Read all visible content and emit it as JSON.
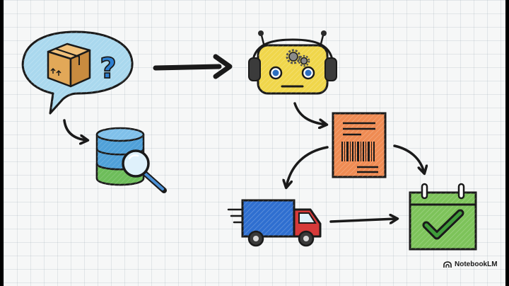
{
  "diagram": {
    "nodes": [
      {
        "id": "inquiry",
        "icon": "speech-bubble-package-question-icon"
      },
      {
        "id": "database",
        "icon": "database-search-icon"
      },
      {
        "id": "ai_agent",
        "icon": "robot-headset-icon"
      },
      {
        "id": "document",
        "icon": "barcode-document-icon"
      },
      {
        "id": "truck",
        "icon": "delivery-truck-icon"
      },
      {
        "id": "calendar",
        "icon": "calendar-check-icon"
      }
    ],
    "edges": [
      {
        "from": "inquiry",
        "to": "ai_agent"
      },
      {
        "from": "inquiry",
        "to": "database"
      },
      {
        "from": "ai_agent",
        "to": "document"
      },
      {
        "from": "document",
        "to": "truck"
      },
      {
        "from": "document",
        "to": "calendar"
      },
      {
        "from": "truck",
        "to": "calendar"
      }
    ],
    "question_mark": "?"
  },
  "watermark": {
    "label": "NotebookLM",
    "icon": "notebooklm-logo-icon"
  },
  "colors": {
    "bubble": "#a9d8ee",
    "box": "#e2a858",
    "database": "#4fa0d8",
    "robot": "#f0d64a",
    "document": "#ef8b53",
    "truck": "#2f6fd0",
    "truck_cab": "#d63a3a",
    "calendar": "#7dc35a",
    "ink": "#1a1a1a"
  }
}
